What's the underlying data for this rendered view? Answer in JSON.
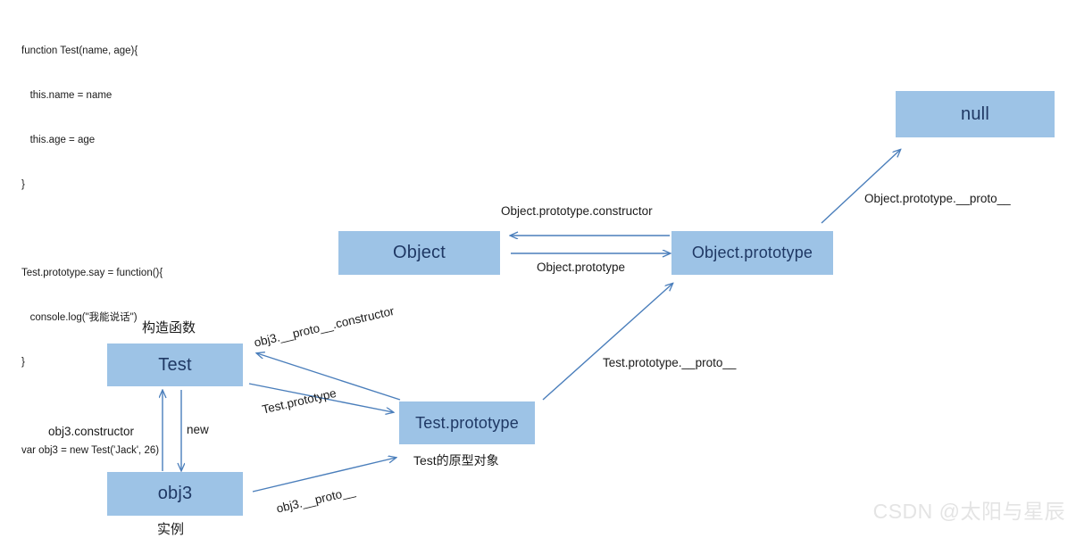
{
  "code": {
    "lines": [
      "function Test(name, age){",
      "   this.name = name",
      "   this.age = age",
      "}",
      "",
      "Test.prototype.say = function(){",
      "   console.log(\"我能说话\")",
      "}",
      "",
      "var obj3 = new Test('Jack', 26)"
    ]
  },
  "nodes": {
    "null_box": "null",
    "object": "Object",
    "object_prototype": "Object.prototype",
    "test": "Test",
    "test_prototype": "Test.prototype",
    "obj3": "obj3"
  },
  "captions": {
    "constructor_function": "构造函数",
    "instance": "实例",
    "test_prototype_object": "Test的原型对象"
  },
  "edges": {
    "object_prototype_constructor": "Object.prototype.constructor",
    "object_prototype": "Object.prototype",
    "object_prototype_dunder_proto": "Object.prototype.__proto__",
    "test_prototype_dunder_proto": "Test.prototype.__proto__",
    "obj3_constructor": "obj3.constructor",
    "new": "new",
    "obj3_proto_constructor": "obj3.__proto__.constructor",
    "test_prototype": "Test.prototype",
    "obj3_dunder_proto": "obj3.__proto__"
  },
  "watermark": "CSDN @太阳与星辰",
  "colors": {
    "box_fill": "#9dc3e6",
    "box_text": "#1f3864",
    "arrow": "#4a7ebb",
    "label_text": "#1a1a1a",
    "watermark": "#e4e4e4",
    "background": "#ffffff"
  }
}
